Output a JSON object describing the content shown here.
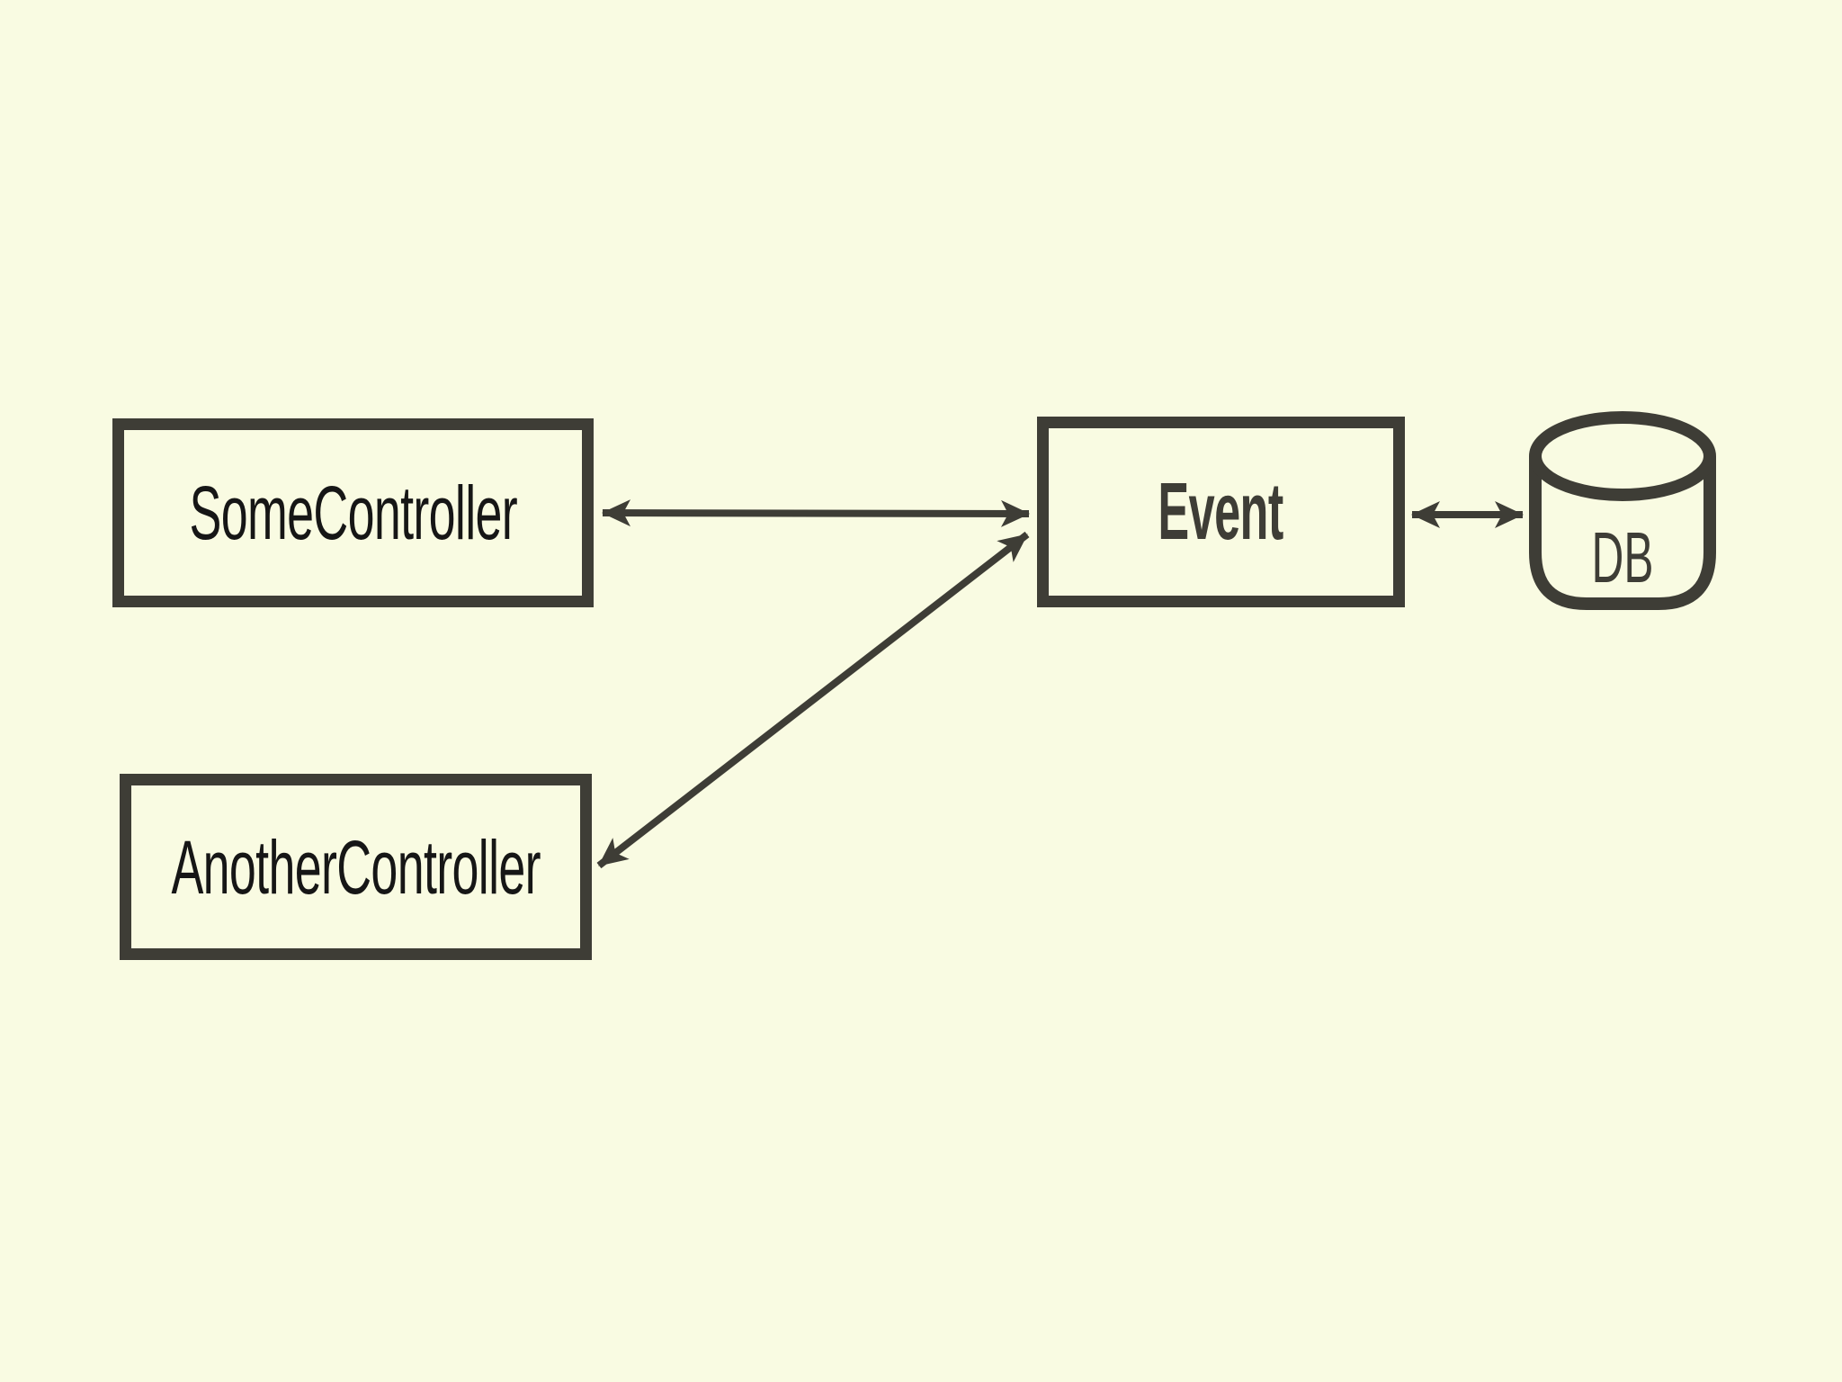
{
  "colors": {
    "bg": "#f9fbe2",
    "stroke": "#3e3d36",
    "node_text": "#161616"
  },
  "diagram": {
    "type": "architecture-diagram",
    "nodes": [
      {
        "id": "some-controller",
        "shape": "rectangle",
        "label": "SomeController"
      },
      {
        "id": "another-controller",
        "shape": "rectangle",
        "label": "AnotherController"
      },
      {
        "id": "event",
        "shape": "rectangle",
        "label": "Event",
        "emphasis": "bold"
      },
      {
        "id": "db",
        "shape": "cylinder",
        "label": "DB"
      }
    ],
    "edges": [
      {
        "from": "some-controller",
        "to": "event",
        "style": "bidirectional-arrow"
      },
      {
        "from": "another-controller",
        "to": "event",
        "style": "bidirectional-arrow"
      },
      {
        "from": "event",
        "to": "db",
        "style": "bidirectional-arrow"
      }
    ]
  }
}
